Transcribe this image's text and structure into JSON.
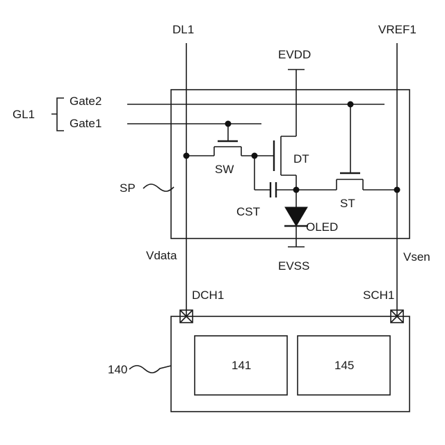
{
  "labels": {
    "dl1": "DL1",
    "vref1": "VREF1",
    "evdd": "EVDD",
    "gl1": "GL1",
    "gate2": "Gate2",
    "gate1": "Gate1",
    "sw": "SW",
    "dt": "DT",
    "sp": "SP",
    "cst": "CST",
    "st": "ST",
    "oled": "OLED",
    "vdata": "Vdata",
    "evss": "EVSS",
    "vsen": "Vsen",
    "dch1": "DCH1",
    "sch1": "SCH1",
    "block140": "140",
    "block141": "141",
    "block145": "145"
  },
  "colors": {
    "line": "#1a1a1a",
    "background": "#ffffff"
  }
}
